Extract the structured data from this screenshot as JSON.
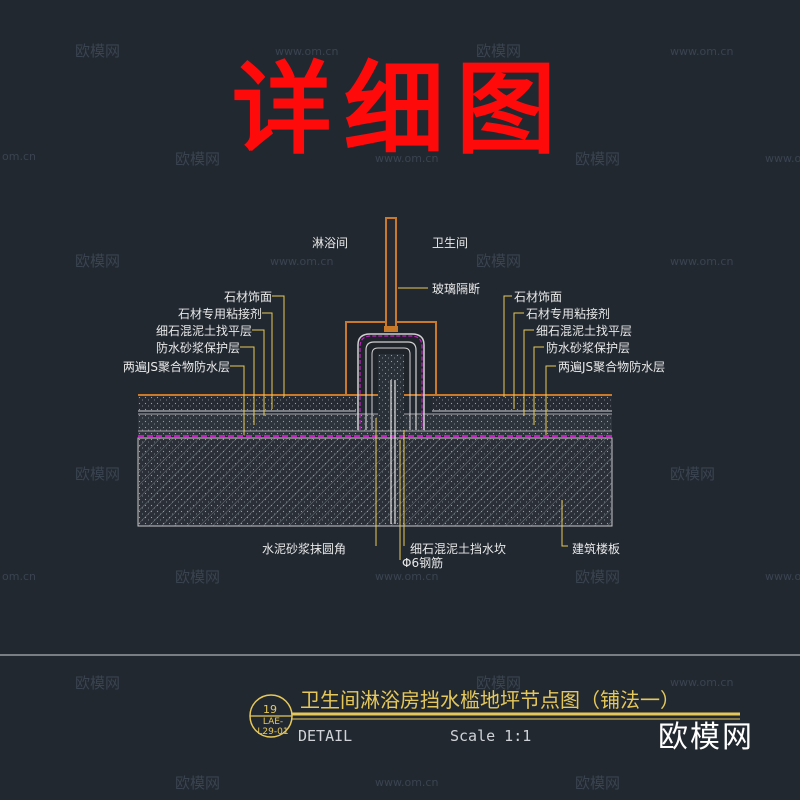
{
  "title": "详细图",
  "watermarks": {
    "site": "www.om.cn",
    "site_short": "om.cn",
    "brand": "欧模网"
  },
  "labels": {
    "shower_room": "淋浴间",
    "bathroom": "卫生间",
    "glass_partition": "玻璃隔断",
    "left_layers": [
      "石材饰面",
      "石材专用粘接剂",
      "细石混泥土找平层",
      "防水砂浆保护层",
      "两遍JS聚合物防水层"
    ],
    "right_layers": [
      "石材饰面",
      "石材专用粘接剂",
      "细石混泥土找平层",
      "防水砂浆保护层",
      "两遍JS聚合物防水层"
    ],
    "cement_fillet": "水泥砂浆抹圆角",
    "concrete_curb": "细石混泥土挡水坎",
    "rebar": "Φ6钢筋",
    "floor_slab": "建筑楼板"
  },
  "detail": {
    "title": "卫生间淋浴房挡水槛地坪节点图（铺法一）",
    "number": "19",
    "ref": "LAE-L29-01",
    "label": "DETAIL",
    "scale": "Scale 1:1"
  },
  "brand": "欧模网",
  "colors": {
    "background": "#212830",
    "title": "#ff0a0a",
    "annotation": "#e6c85a",
    "stone": "#c87a2a",
    "waterproof": "#c020c0"
  }
}
